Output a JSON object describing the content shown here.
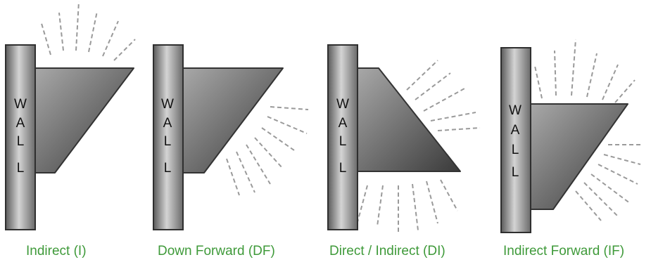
{
  "figures": [
    {
      "id": "indirect",
      "wall_text": "WALL",
      "caption": "Indirect (I)"
    },
    {
      "id": "down-forward",
      "wall_text": "WALL",
      "caption": "Down Forward (DF)"
    },
    {
      "id": "direct-indirect",
      "wall_text": "WALL",
      "caption": "Direct / Indirect (DI)"
    },
    {
      "id": "indirect-forward",
      "wall_text": "WALL",
      "caption": "Indirect Forward (IF)"
    }
  ],
  "colors": {
    "caption": "#3f9a3a",
    "wall_dark": "#5a5a5a",
    "wall_light": "#d4d4d4",
    "fixture_light": "#9a9a9a",
    "fixture_dark": "#3a3a3a",
    "rays": "#9a9a9a"
  }
}
